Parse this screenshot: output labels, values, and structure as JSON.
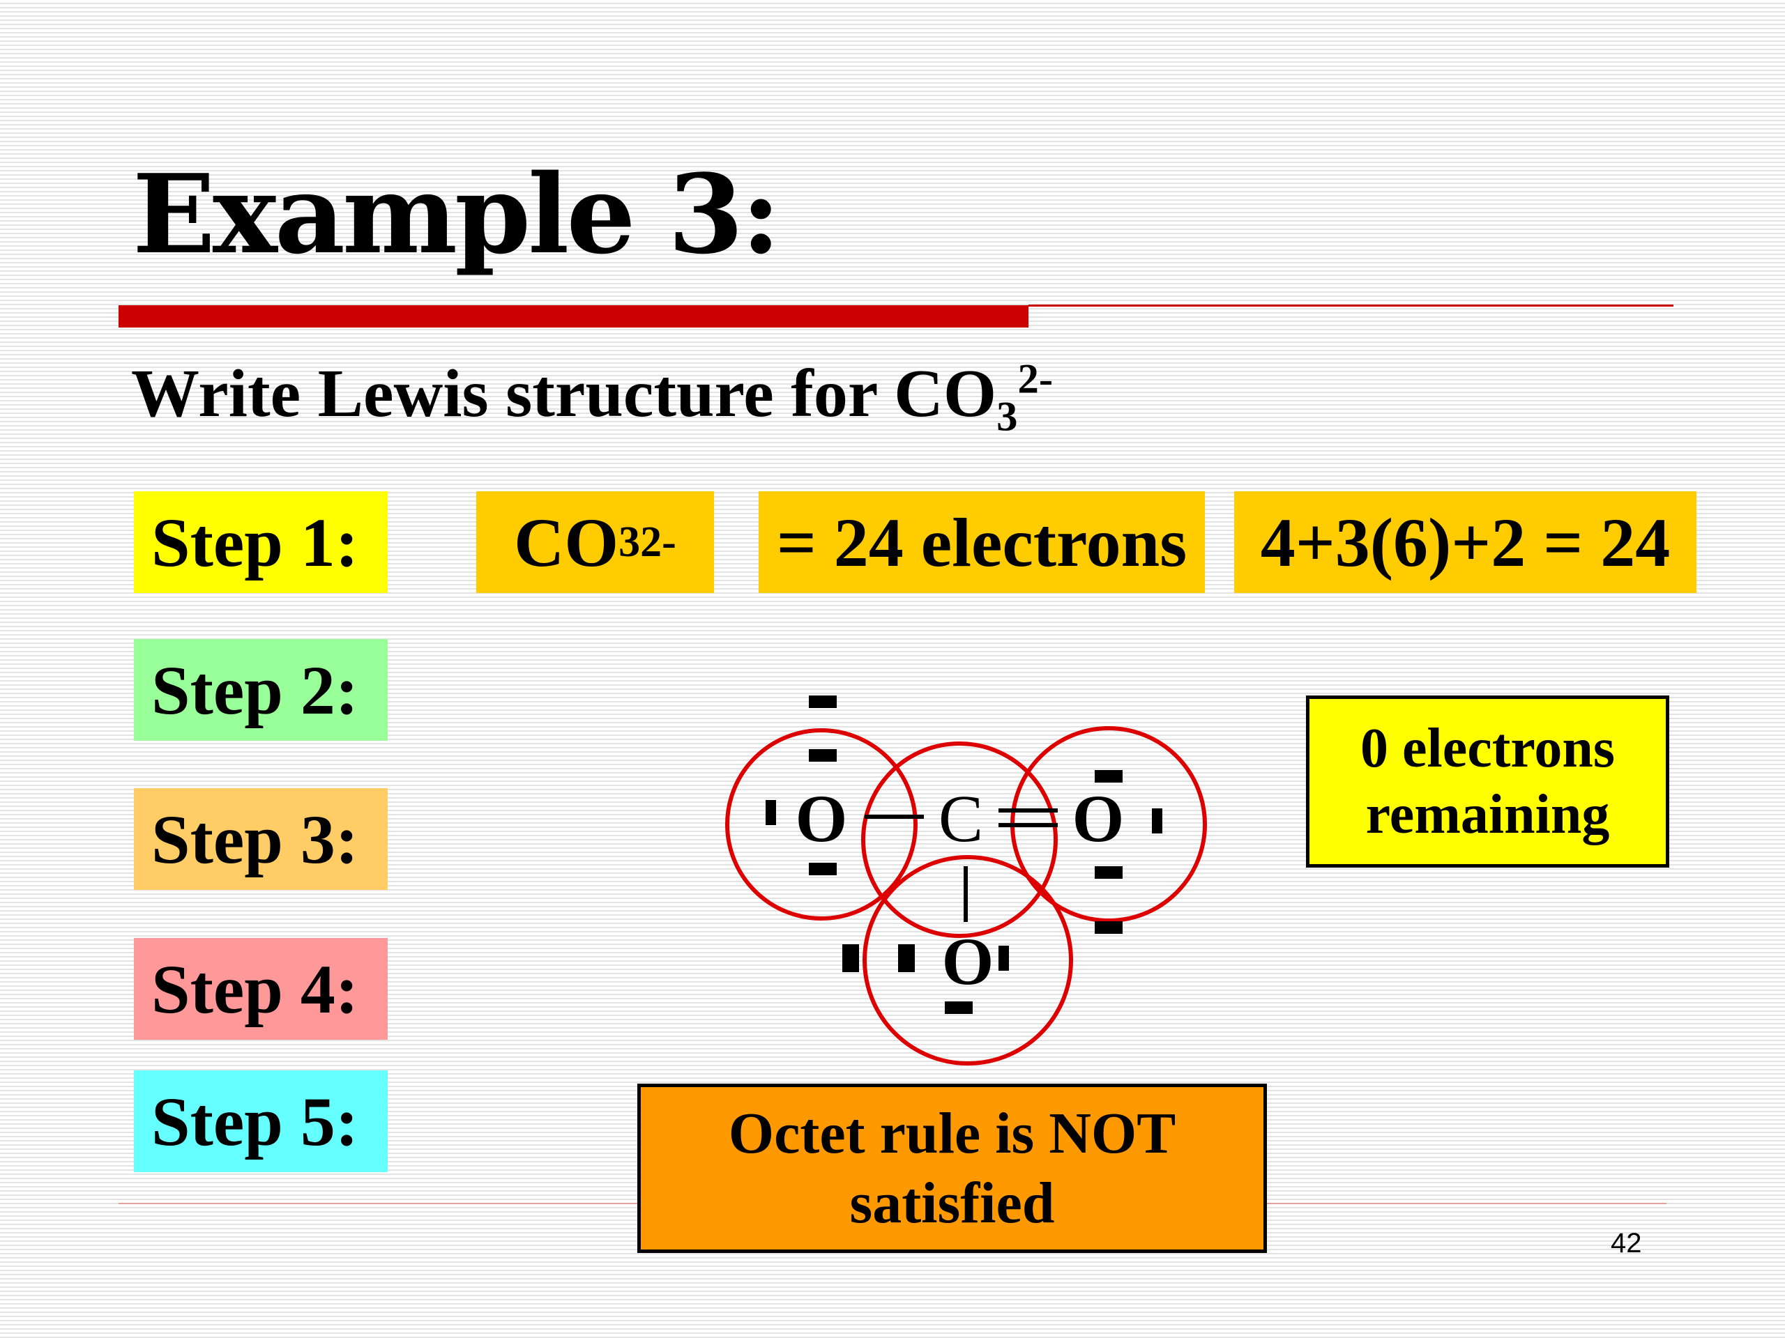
{
  "slide": {
    "title": "Example 3:",
    "subtitle": {
      "text": "Write Lewis structure for CO",
      "sub": "3",
      "sup": "2-"
    },
    "page_number": "42"
  },
  "steps": [
    "Step 1:",
    "Step 2:",
    "Step 3:",
    "Step 4:",
    "Step 5:"
  ],
  "step1": {
    "formula": {
      "text": "CO",
      "sub": "3",
      "sup": "2-"
    },
    "electrons": "= 24 electrons",
    "equation": "4+3(6)+2 = 24"
  },
  "lewis": {
    "atoms": [
      "O",
      "C",
      "O",
      "O"
    ]
  },
  "notes": {
    "remaining": [
      "0 electrons",
      "remaining"
    ],
    "octet": [
      "Octet rule is NOT",
      "satisfied"
    ]
  },
  "colors": {
    "title_rule": "#cc0000",
    "step1": "#ffff00",
    "step2": "#99ff99",
    "step3": "#ffcc66",
    "step4": "#ff9999",
    "step5": "#66ffff",
    "calc_box": "#ffcc00",
    "remaining_box": "#ffff00",
    "octet_box": "#ff9900",
    "circle": "#dd0000"
  }
}
